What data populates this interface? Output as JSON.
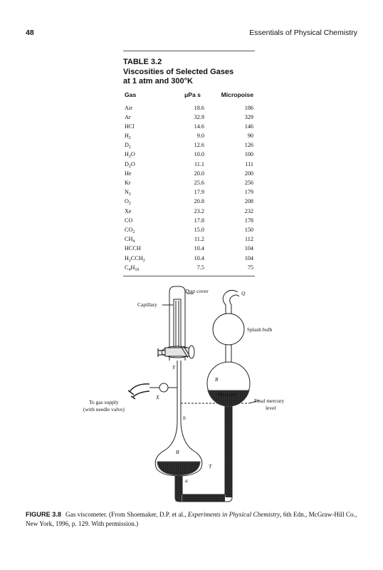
{
  "header": {
    "page_number": "48",
    "running_title": "Essentials of Physical Chemistry"
  },
  "table": {
    "label": "TABLE 3.2",
    "title_line1": "Viscosities of Selected Gases",
    "title_line2": "at 1 atm and 300°K",
    "columns": {
      "gas": "Gas",
      "mupa": "μPa s",
      "micropoise": "Micropoise"
    },
    "rows": [
      {
        "gas": "Air",
        "mupa": "18.6",
        "micropoise": "186"
      },
      {
        "gas": "Ar",
        "mupa": "32.9",
        "micropoise": "329"
      },
      {
        "gas": "HCl",
        "mupa": "14.6",
        "micropoise": "146"
      },
      {
        "gas": "H<sub>2</sub>",
        "mupa": "9.0",
        "micropoise": "90"
      },
      {
        "gas": "D<sub>2</sub>",
        "mupa": "12.6",
        "micropoise": "126"
      },
      {
        "gas": "H<sub>2</sub>O",
        "mupa": "10.0",
        "micropoise": "100"
      },
      {
        "gas": "D<sub>2</sub>O",
        "mupa": "11.1",
        "micropoise": "111"
      },
      {
        "gas": "He",
        "mupa": "20.0",
        "micropoise": "200"
      },
      {
        "gas": "Kr",
        "mupa": "25.6",
        "micropoise": "256"
      },
      {
        "gas": "N<sub>2</sub>",
        "mupa": "17.9",
        "micropoise": "179"
      },
      {
        "gas": "O<sub>2</sub>",
        "mupa": "20.8",
        "micropoise": "208"
      },
      {
        "gas": "Xe",
        "mupa": "23.2",
        "micropoise": "232"
      },
      {
        "gas": "CO",
        "mupa": "17.8",
        "micropoise": "178"
      },
      {
        "gas": "CO<sub>2</sub>",
        "mupa": "15.0",
        "micropoise": "150"
      },
      {
        "gas": "CH<sub>4</sub>",
        "mupa": "11.2",
        "micropoise": "112"
      },
      {
        "gas": "HCCH",
        "mupa": "10.4",
        "micropoise": "104"
      },
      {
        "gas": "H<sub>2</sub>CCH<sub>2</sub>",
        "mupa": "10.4",
        "micropoise": "104"
      },
      {
        "gas": "C<sub>4</sub>H<sub>10</sub>",
        "mupa": "7.5",
        "micropoise": "75"
      }
    ]
  },
  "figure": {
    "labels": {
      "dust_cover": "Dust cover",
      "q": "Q",
      "capillary": "Capillary",
      "splash_bulb": "Splash bulb",
      "y": "Y",
      "r": "R",
      "mercury": "Mercury",
      "x": "X",
      "gas_supply_1": "To gas supply",
      "gas_supply_2": "(with needle valve)",
      "final_level_1": "Final mercury",
      "final_level_2": "level",
      "b_lower": "b",
      "b_upper": "B",
      "t": "T",
      "a": "a"
    },
    "colors": {
      "mercury": "#bdbdbd",
      "glass": "#222222"
    }
  },
  "caption": {
    "label": "FIGURE 3.8",
    "text_before": "Gas viscometer. (From Shoemaker, D.P. et al., ",
    "book_title": "Experiments in Physical Chemistry",
    "text_after": ", 6th Edn., McGraw-Hill Co., New York, 1996, p. 129. With permission.)"
  }
}
